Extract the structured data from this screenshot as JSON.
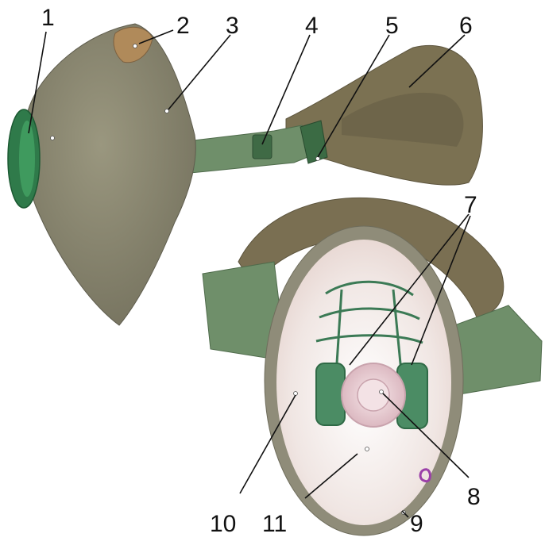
{
  "figure": {
    "subject": "respirator mask with head straps, exterior and interior views",
    "colors": {
      "felt": "#8f8c79",
      "felt_dark": "#6f6d5c",
      "strap": "#7a6f52",
      "strap_dark": "#5e563f",
      "green_plastic": "#2f7a4a",
      "green_band": "#6f8f6a",
      "lining": "#f1e9e6",
      "valve_pink": "#e8c9cf"
    },
    "labels": [
      {
        "id": "1",
        "text": "1"
      },
      {
        "id": "2",
        "text": "2"
      },
      {
        "id": "3",
        "text": "3"
      },
      {
        "id": "4",
        "text": "4"
      },
      {
        "id": "5",
        "text": "5"
      },
      {
        "id": "6",
        "text": "6"
      },
      {
        "id": "7",
        "text": "7"
      },
      {
        "id": "8",
        "text": "8"
      },
      {
        "id": "9",
        "text": "9"
      },
      {
        "id": "10",
        "text": "10"
      },
      {
        "id": "11",
        "text": "11"
      }
    ]
  }
}
